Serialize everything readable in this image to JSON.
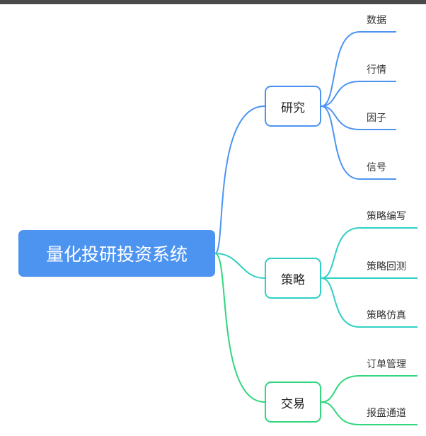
{
  "colors": {
    "root": "#4d94f1",
    "research": "#4d94f1",
    "strategy": "#2fd0c4",
    "trading": "#31d67e"
  },
  "root": {
    "label": "量化投研投资系统"
  },
  "branches": [
    {
      "label": "研究",
      "leaves": [
        "数据",
        "行情",
        "因子",
        "信号"
      ]
    },
    {
      "label": "策略",
      "leaves": [
        "策略编写",
        "策略回测",
        "策略仿真"
      ]
    },
    {
      "label": "交易",
      "leaves": [
        "订单管理",
        "报盘通道"
      ]
    }
  ]
}
